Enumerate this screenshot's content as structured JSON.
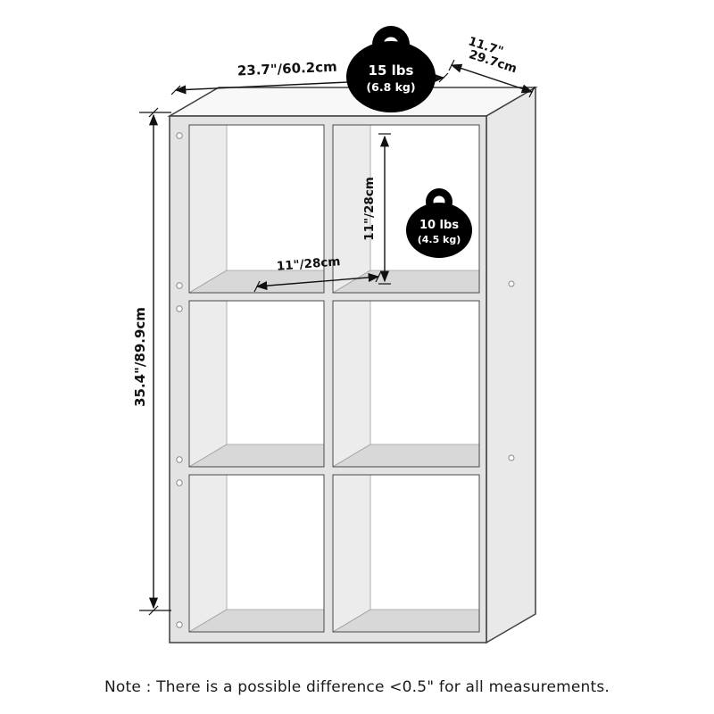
{
  "diagram": {
    "dimensions": {
      "width": "23.7\"/60.2cm",
      "depth_in": "11.7\"",
      "depth_cm": "29.7cm",
      "height": "35.4\"/89.9cm",
      "cube_height": "11\"/28cm",
      "cube_width": "11\"/28cm"
    },
    "capacity": {
      "top": {
        "lbs": "15 lbs",
        "kg": "(6.8 kg)"
      },
      "shelf": {
        "lbs": "10 lbs",
        "kg": "(4.5 kg)"
      }
    },
    "note": "Note : There is a possible difference <0.5\" for all measurements.",
    "icons": {
      "top_badge": "kettlebell-weight-icon",
      "shelf_badge": "kettlebell-weight-icon"
    },
    "colors": {
      "outline": "#3f3f3f",
      "front_panel": "#e3e3e3",
      "side_panel": "#e9e9e9",
      "shelf_surface": "#d8d8d8",
      "dimension_ink": "#111111",
      "badge": "#000000"
    }
  }
}
